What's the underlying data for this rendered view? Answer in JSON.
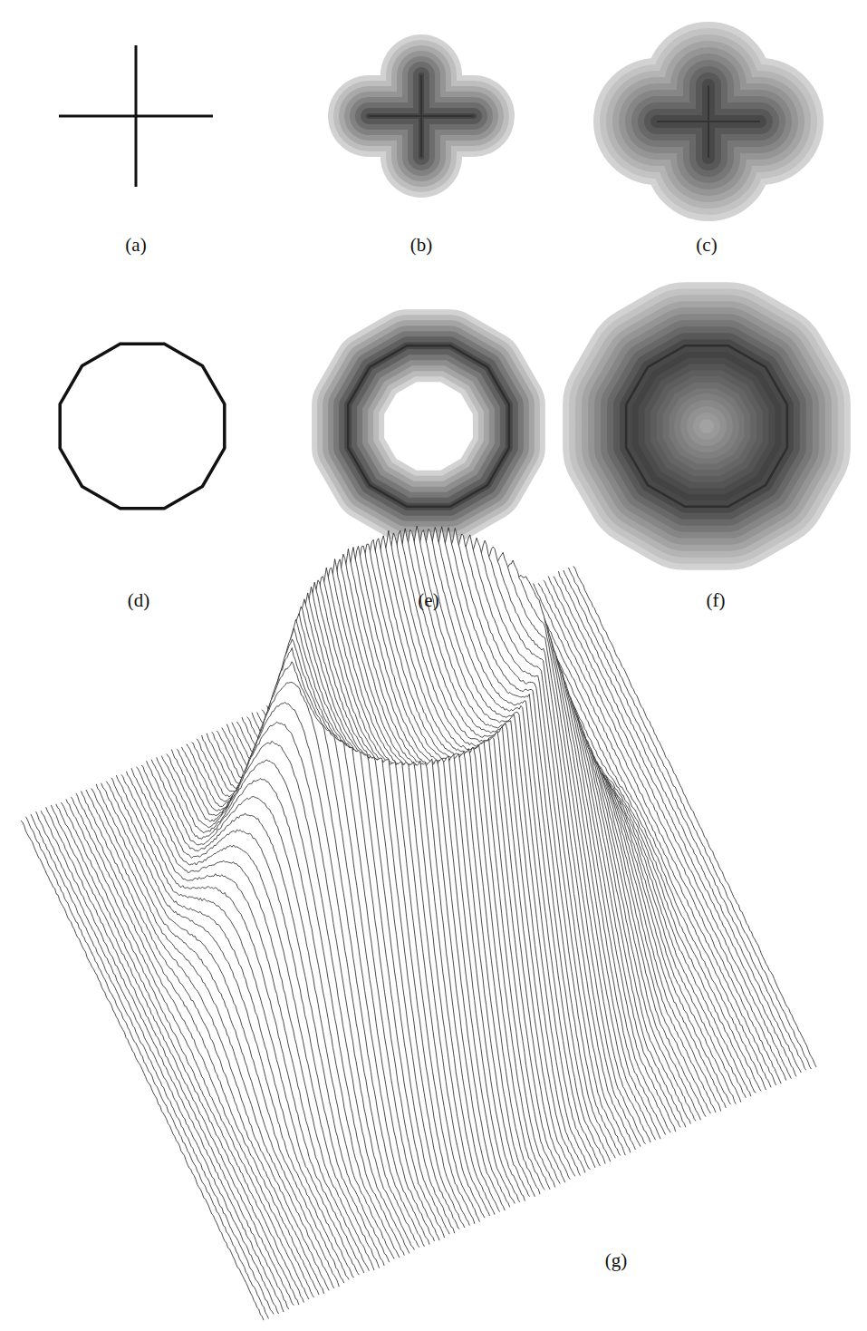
{
  "diagram": {
    "labels": [
      "(a)",
      "(b)",
      "(c)",
      "(d)",
      "(e)",
      "(f)",
      "(g)"
    ]
  }
}
